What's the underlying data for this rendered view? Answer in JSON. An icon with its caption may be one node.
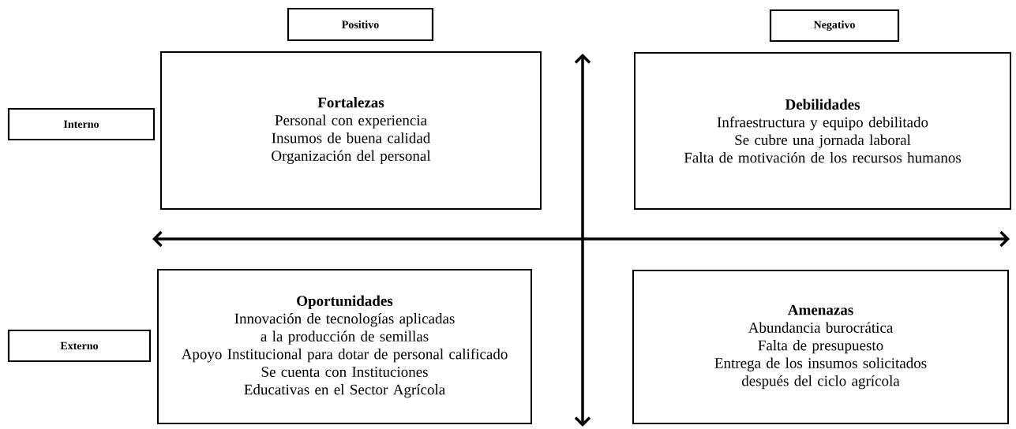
{
  "diagram": {
    "nodes": [
      {
        "text": [
          "Positivo"
        ]
      },
      {
        "text": [
          "Negativo"
        ]
      },
      {
        "text": [
          "Interno"
        ]
      },
      {
        "text": [
          "Fortalezas",
          "Personal con experiencia",
          "Insumos de buena calidad",
          "Organización del personal"
        ]
      },
      {
        "text": [
          "Debilidades",
          "Infraestructura y equipo debilitado",
          "Se cubre una jornada laboral",
          "Falta de motivación de los recursos humanos"
        ]
      },
      {
        "text": [
          "Externo"
        ]
      },
      {
        "text": [
          "Oportunidades",
          "Innovación de tecnologías aplicadas a la producción de semillas",
          "Apoyo Institucional para dotar de personal calificado",
          "Se cuenta con Instituciones Educativas en el Sector Agrícola"
        ]
      },
      {
        "text": [
          "Amenazas",
          "Abundancia burocrática",
          "Falta de presupuesto",
          "Entrega de los insumos solicitados después del ciclo agrícola"
        ]
      }
    ]
  }
}
